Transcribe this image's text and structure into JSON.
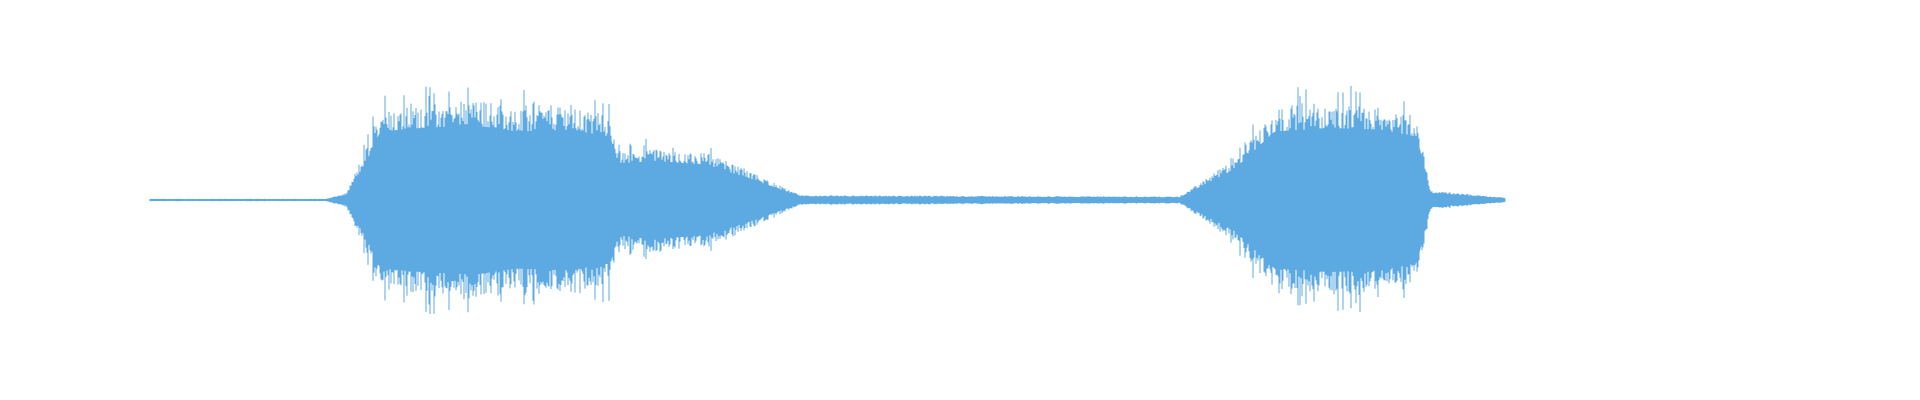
{
  "waveform": {
    "color": "#5DA9E1",
    "background": "#FFFFFF",
    "envelope": [
      {
        "t": 0.0,
        "amp": 0.01
      },
      {
        "t": 0.13,
        "amp": 0.01
      },
      {
        "t": 0.145,
        "amp": 0.06
      },
      {
        "t": 0.16,
        "amp": 0.45
      },
      {
        "t": 0.17,
        "amp": 0.78
      },
      {
        "t": 0.2,
        "amp": 0.82
      },
      {
        "t": 0.24,
        "amp": 0.85
      },
      {
        "t": 0.27,
        "amp": 0.78
      },
      {
        "t": 0.31,
        "amp": 0.8
      },
      {
        "t": 0.34,
        "amp": 0.72
      },
      {
        "t": 0.345,
        "amp": 0.4
      },
      {
        "t": 0.37,
        "amp": 0.45
      },
      {
        "t": 0.41,
        "amp": 0.4
      },
      {
        "t": 0.44,
        "amp": 0.26
      },
      {
        "t": 0.48,
        "amp": 0.04
      },
      {
        "t": 0.76,
        "amp": 0.03
      },
      {
        "t": 0.8,
        "amp": 0.35
      },
      {
        "t": 0.83,
        "amp": 0.78
      },
      {
        "t": 0.87,
        "amp": 0.82
      },
      {
        "t": 0.91,
        "amp": 0.8
      },
      {
        "t": 0.935,
        "amp": 0.72
      },
      {
        "t": 0.945,
        "amp": 0.08
      },
      {
        "t": 1.0,
        "amp": 0.02
      }
    ]
  }
}
